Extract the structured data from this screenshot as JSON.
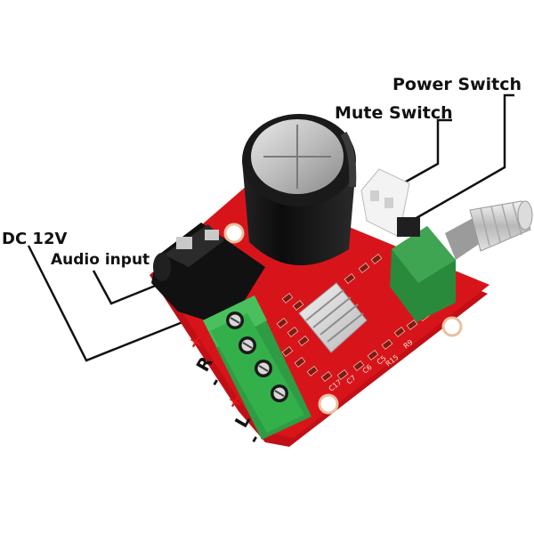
{
  "callouts": {
    "power_switch": "Power Switch",
    "mute_switch": "Mute Switch",
    "dc_12v": "DC 12V",
    "audio_input": "Audio input"
  },
  "terminal_labels": {
    "r_plus": "+",
    "r_letter": "R",
    "r_minus": "-",
    "l_plus": "+",
    "l_letter": "L",
    "l_minus": "-"
  },
  "silkscreen": {
    "r15": "R15",
    "r9": "R9",
    "c17": "C17",
    "c7": "C7",
    "c6": "C6",
    "c5": "C5"
  },
  "colors": {
    "pcb": "#d8141b",
    "terminal": "#33b04a",
    "potentiometer": "#2a8a3c",
    "capacitor": "#121212",
    "leader_line": "#111111",
    "polarity_plus": "#e01818"
  }
}
